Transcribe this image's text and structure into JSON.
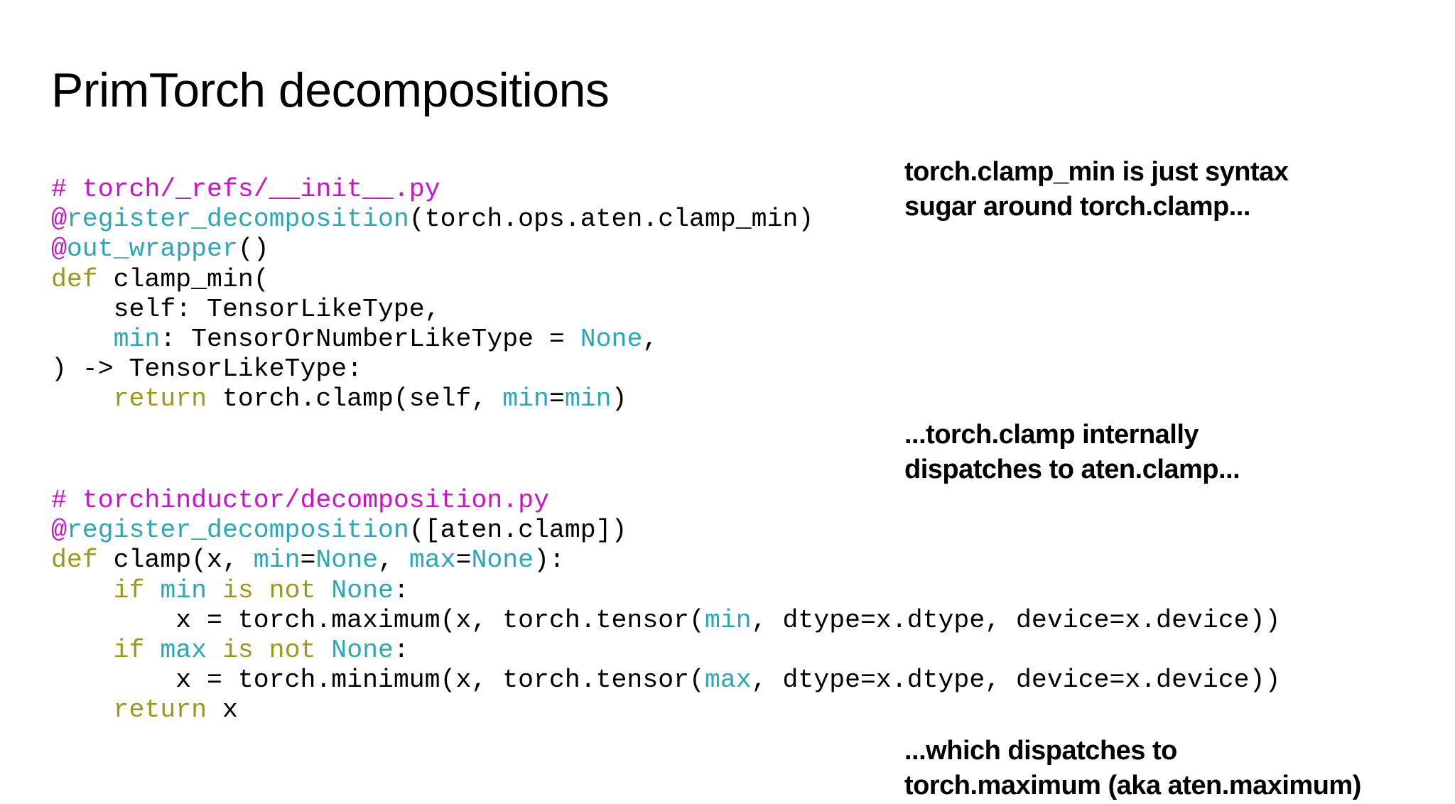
{
  "title": "PrimTorch decompositions",
  "code_blocks": [
    {
      "lines": [
        [
          [
            "# torch/_refs/__init__.py",
            "comment"
          ]
        ],
        [
          [
            "@",
            "at"
          ],
          [
            "register_decomposition",
            "deco"
          ],
          [
            "(torch.ops.aten.clamp_min)",
            "plain"
          ]
        ],
        [
          [
            "@",
            "at"
          ],
          [
            "out_wrapper",
            "deco"
          ],
          [
            "()",
            "plain"
          ]
        ],
        [
          [
            "def",
            "kw"
          ],
          [
            " clamp_min(",
            "plain"
          ]
        ],
        [
          [
            "    self: TensorLikeType,",
            "plain"
          ]
        ],
        [
          [
            "    ",
            "plain"
          ],
          [
            "min",
            "name"
          ],
          [
            ": TensorOrNumberLikeType = ",
            "plain"
          ],
          [
            "None",
            "name"
          ],
          [
            ",",
            "plain"
          ]
        ],
        [
          [
            ") -> TensorLikeType:",
            "plain"
          ]
        ],
        [
          [
            "    ",
            "plain"
          ],
          [
            "return",
            "kw"
          ],
          [
            " torch.clamp(self, ",
            "plain"
          ],
          [
            "min",
            "name"
          ],
          [
            "=",
            "plain"
          ],
          [
            "min",
            "name"
          ],
          [
            ")",
            "plain"
          ]
        ]
      ]
    },
    {
      "lines": [
        [
          [
            "# torchinductor/decomposition.py",
            "comment"
          ]
        ],
        [
          [
            "@",
            "at"
          ],
          [
            "register_decomposition",
            "deco"
          ],
          [
            "([aten.clamp])",
            "plain"
          ]
        ],
        [
          [
            "def",
            "kw"
          ],
          [
            " clamp(x, ",
            "plain"
          ],
          [
            "min",
            "name"
          ],
          [
            "=",
            "plain"
          ],
          [
            "None",
            "name"
          ],
          [
            ", ",
            "plain"
          ],
          [
            "max",
            "name"
          ],
          [
            "=",
            "plain"
          ],
          [
            "None",
            "name"
          ],
          [
            "):",
            "plain"
          ]
        ],
        [
          [
            "    ",
            "plain"
          ],
          [
            "if",
            "kw"
          ],
          [
            " ",
            "plain"
          ],
          [
            "min",
            "name"
          ],
          [
            " ",
            "plain"
          ],
          [
            "is not",
            "kw"
          ],
          [
            " ",
            "plain"
          ],
          [
            "None",
            "name"
          ],
          [
            ":",
            "plain"
          ]
        ],
        [
          [
            "        x = torch.maximum(x, torch.tensor(",
            "plain"
          ],
          [
            "min",
            "name"
          ],
          [
            ", dtype=x.dtype, device=x.device))",
            "plain"
          ]
        ],
        [
          [
            "    ",
            "plain"
          ],
          [
            "if",
            "kw"
          ],
          [
            " ",
            "plain"
          ],
          [
            "max",
            "name"
          ],
          [
            " ",
            "plain"
          ],
          [
            "is not",
            "kw"
          ],
          [
            " ",
            "plain"
          ],
          [
            "None",
            "name"
          ],
          [
            ":",
            "plain"
          ]
        ],
        [
          [
            "        x = torch.minimum(x, torch.tensor(",
            "plain"
          ],
          [
            "max",
            "name"
          ],
          [
            ", dtype=x.dtype, device=x.device))",
            "plain"
          ]
        ],
        [
          [
            "    ",
            "plain"
          ],
          [
            "return",
            "kw"
          ],
          [
            " x",
            "plain"
          ]
        ]
      ]
    }
  ],
  "notes": [
    {
      "line1": "torch.clamp_min is just syntax",
      "line2": "sugar around torch.clamp..."
    },
    {
      "line1": "...torch.clamp internally",
      "line2": "dispatches to aten.clamp..."
    },
    {
      "line1": "...which dispatches to",
      "line2": "torch.maximum (aka aten.maximum)"
    }
  ],
  "colors": {
    "comment": "#cc11cc",
    "decorator": "#2aa8b8",
    "keyword": "#9a9a1a",
    "name": "#2aa8b8"
  }
}
